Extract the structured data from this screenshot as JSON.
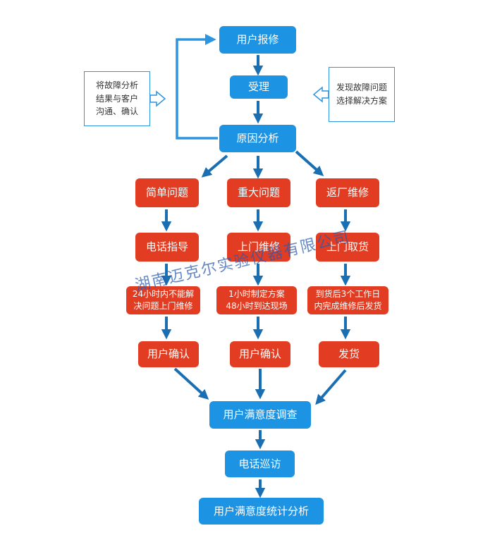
{
  "nodes": {
    "user_report": "用户报修",
    "accept": "受理",
    "cause_analysis": "原因分析",
    "simple_problem": "简单问题",
    "major_problem": "重大问题",
    "return_factory": "返厂维修",
    "phone_guidance": "电话指导",
    "onsite_repair": "上门维修",
    "onsite_pickup": "上门取货",
    "simple_resolve": "24小时内不能解\n决问题上门维修",
    "major_resolve": "1小时制定方案\n48小时到达现场",
    "factory_resolve": "到货后3个工作日\n内完成维修后发货",
    "user_confirm_left": "用户确认",
    "user_confirm_mid": "用户确认",
    "ship": "发货",
    "satisfaction_survey": "用户满意度调查",
    "phone_followup": "电话巡访",
    "satisfaction_stats": "用户满意度统计分析"
  },
  "notes": {
    "left": "将故障分析\n结果与客户\n沟通、确认",
    "right": "发现故障问题\n选择解决方案"
  },
  "watermark": "湖南迈克尔实验仪器有限公司",
  "colors": {
    "primary_blue": "#1c93e3",
    "alert_red": "#e23d22",
    "arrow_blue": "#1a6fb3",
    "loop_blue": "#2d94df"
  }
}
